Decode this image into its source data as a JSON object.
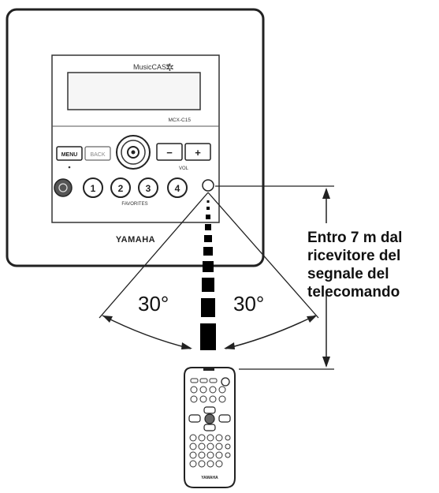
{
  "device": {
    "brand_logo": "MusicCAST",
    "model": "MCX-C15",
    "manufacturer": "YAMAHA",
    "buttons": {
      "menu": "MENU",
      "back": "BACK",
      "vol_minus": "−",
      "vol_plus": "+",
      "vol_label": "VOL",
      "favorites_label": "FAVORITES",
      "favorites": [
        "1",
        "2",
        "3",
        "4"
      ]
    }
  },
  "diagram": {
    "left_angle": "30°",
    "right_angle": "30°",
    "range_text": [
      "Entro 7 m dal",
      "ricevitore del",
      "segnale del",
      "telecomando"
    ]
  },
  "remote": {
    "brand": "YAMAHA"
  }
}
